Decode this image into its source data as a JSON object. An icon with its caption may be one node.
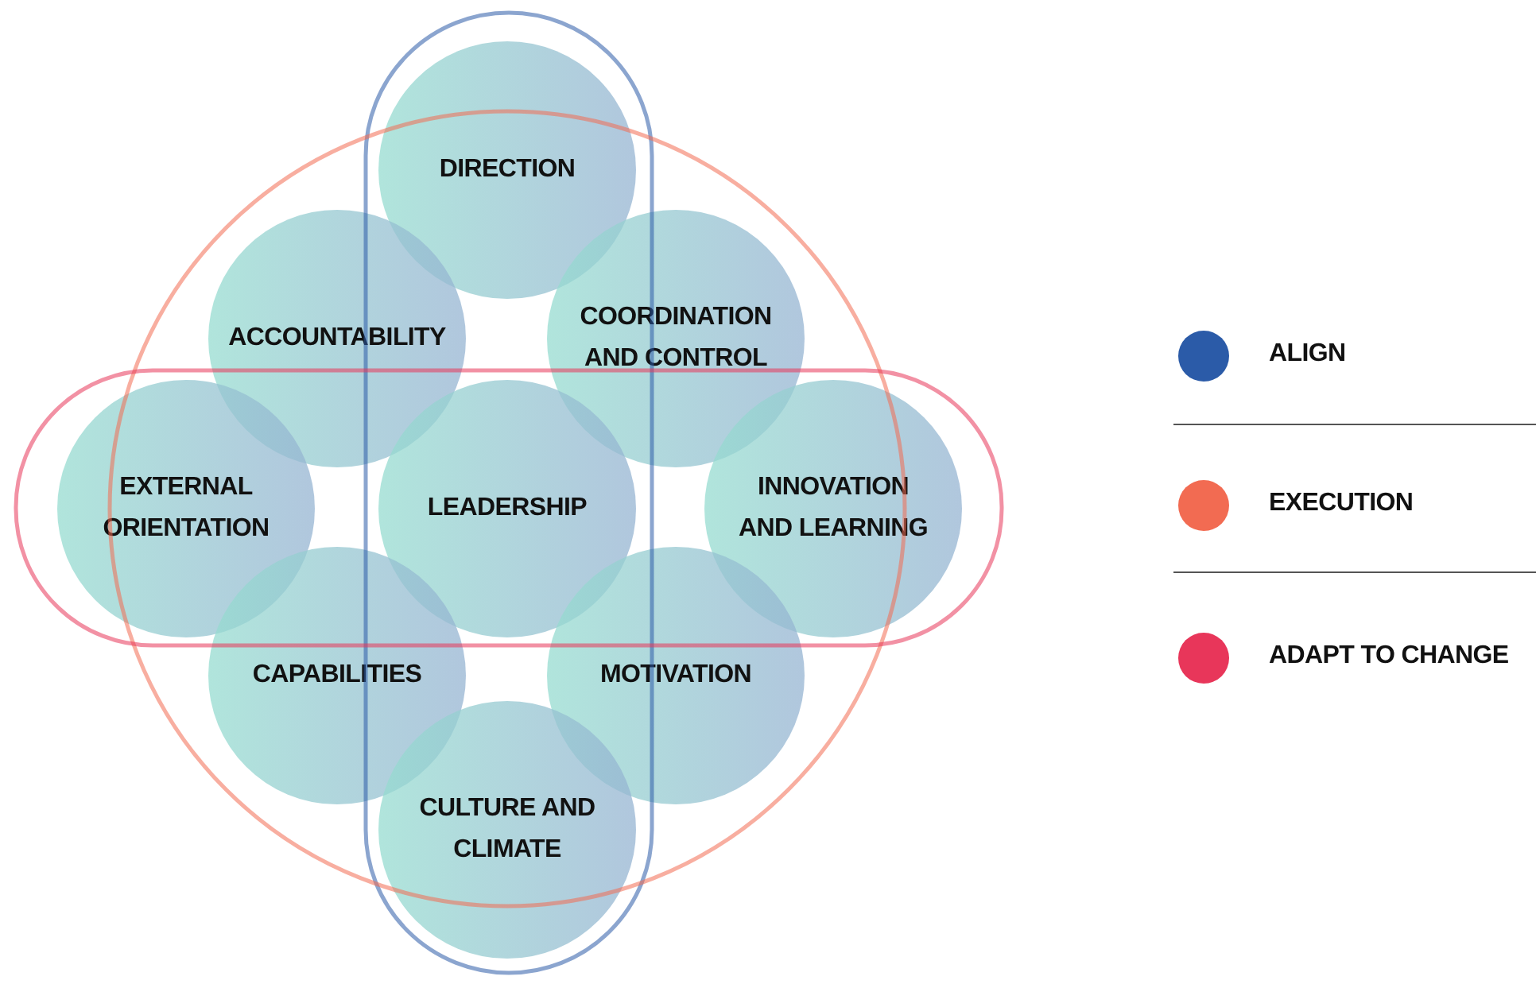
{
  "diagram": {
    "nodes": [
      {
        "text": [
          "DIRECTION"
        ]
      },
      {
        "text": [
          "ACCOUNTABILITY"
        ]
      },
      {
        "text": [
          "COORDINATION AND CONTROL"
        ]
      },
      {
        "text": [
          "EXTERNAL ORIENTATION"
        ]
      },
      {
        "text": [
          "LEADERSHIP"
        ]
      },
      {
        "text": [
          "INNOVATION AND LEARNING"
        ]
      },
      {
        "text": [
          "CAPABILITIES"
        ]
      },
      {
        "text": [
          "MOTIVATION"
        ]
      },
      {
        "text": [
          "CULTURE AND CLIMATE"
        ]
      }
    ],
    "edges": [],
    "legend": [
      {
        "text": "ALIGN",
        "color": "#2b5ba8"
      },
      {
        "text": "EXECUTION",
        "color": "#f26b52"
      },
      {
        "text": "ADAPT TO CHANGE",
        "color": "#e8365a"
      }
    ]
  }
}
